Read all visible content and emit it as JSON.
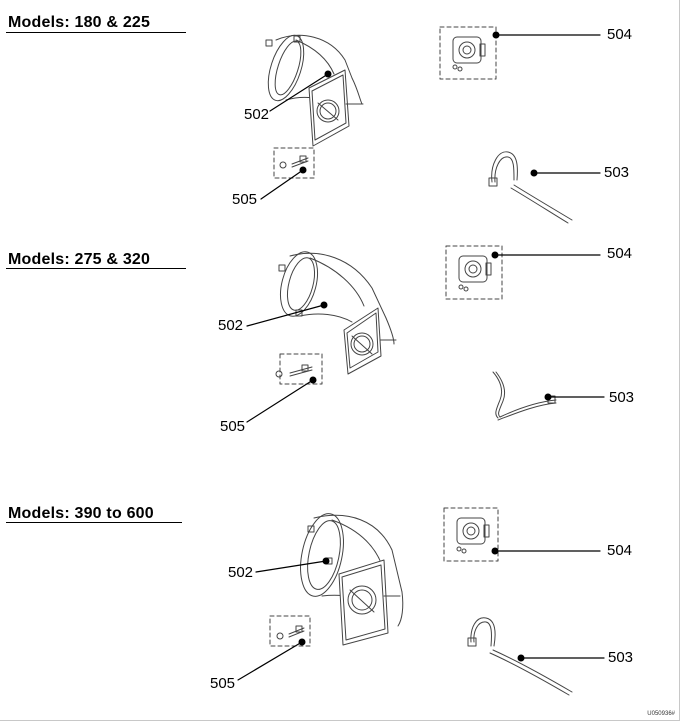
{
  "sections": [
    {
      "title": "Models: 180 & 225",
      "labels": {
        "venturi": "502",
        "switch": "504",
        "tube": "503",
        "hardware": "505"
      }
    },
    {
      "title": "Models: 275 & 320",
      "labels": {
        "venturi": "502",
        "switch": "504",
        "tube": "503",
        "hardware": "505"
      }
    },
    {
      "title": "Models: 390 to 600",
      "labels": {
        "venturi": "502",
        "switch": "504",
        "tube": "503",
        "hardware": "505"
      }
    }
  ],
  "document_id": "U050936#"
}
